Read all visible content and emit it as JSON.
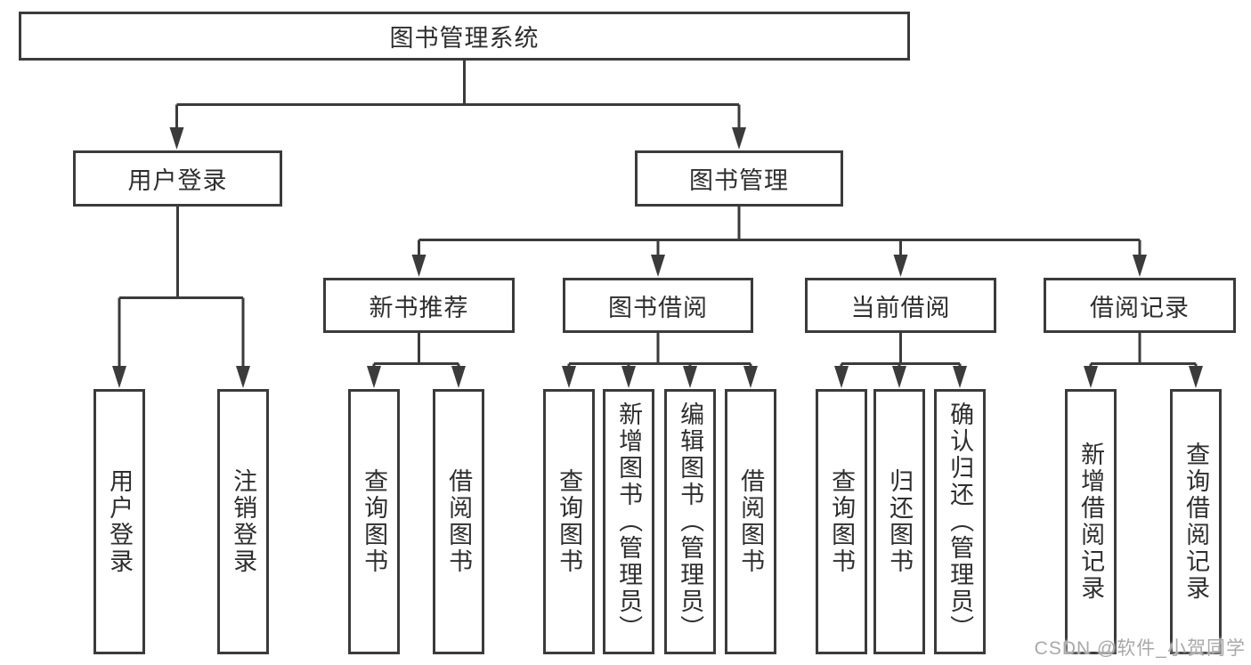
{
  "colors": {
    "line": "#3b3b3b",
    "box_border": "#3b3b3b",
    "text": "#2e2e2e",
    "background": "#ffffff",
    "watermark": "#a9a9a9"
  },
  "root": {
    "label": "图书管理系统"
  },
  "branches": [
    {
      "label": "用户登录",
      "children": [
        {
          "label": "用户登录"
        },
        {
          "label": "注销登录"
        }
      ]
    },
    {
      "label": "图书管理",
      "children": [
        {
          "label": "新书推荐",
          "children": [
            {
              "label": "查询图书"
            },
            {
              "label": "借阅图书"
            }
          ]
        },
        {
          "label": "图书借阅",
          "children": [
            {
              "label": "查询图书"
            },
            {
              "label": "新增图书（管理员）"
            },
            {
              "label": "编辑图书（管理员）"
            },
            {
              "label": "借阅图书"
            }
          ]
        },
        {
          "label": "当前借阅",
          "children": [
            {
              "label": "查询图书"
            },
            {
              "label": "归还图书"
            },
            {
              "label": "确认归还（管理员）"
            }
          ]
        },
        {
          "label": "借阅记录",
          "children": [
            {
              "label": "新增借阅记录"
            },
            {
              "label": "查询借阅记录"
            }
          ]
        }
      ]
    }
  ],
  "watermark": {
    "text": "CSDN @软件_小贺同学"
  }
}
